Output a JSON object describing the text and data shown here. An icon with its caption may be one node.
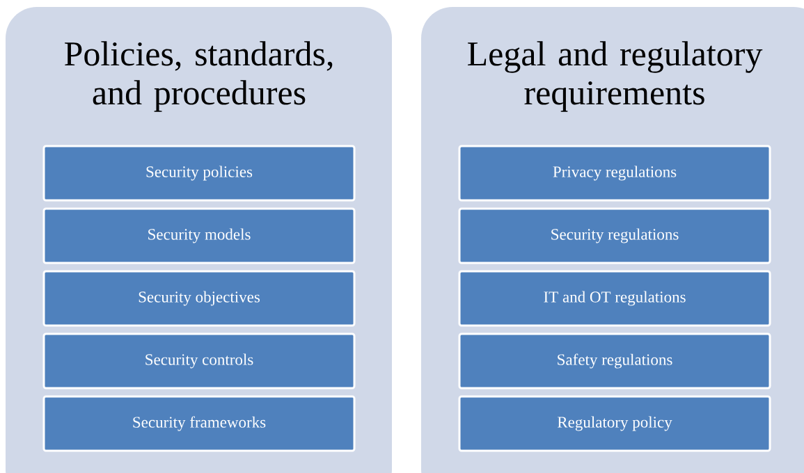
{
  "diagram": {
    "nodes": [
      {
        "text": [
          "Policies, standards, and procedures"
        ]
      },
      {
        "text": [
          "Security policies"
        ],
        "in": 0
      },
      {
        "text": [
          "Security models"
        ],
        "in": 0
      },
      {
        "text": [
          "Security objectives"
        ],
        "in": 0
      },
      {
        "text": [
          "Security controls"
        ],
        "in": 0
      },
      {
        "text": [
          "Security frameworks"
        ],
        "in": 0
      },
      {
        "text": [
          "Legal and regulatory requirements"
        ]
      },
      {
        "text": [
          "Privacy regulations"
        ],
        "in": 6
      },
      {
        "text": [
          "Security regulations"
        ],
        "in": 6
      },
      {
        "text": [
          "IT and OT regulations"
        ],
        "in": 6
      },
      {
        "text": [
          "Safety regulations"
        ],
        "in": 6
      },
      {
        "text": [
          "Regulatory policy"
        ],
        "in": 6
      }
    ]
  }
}
